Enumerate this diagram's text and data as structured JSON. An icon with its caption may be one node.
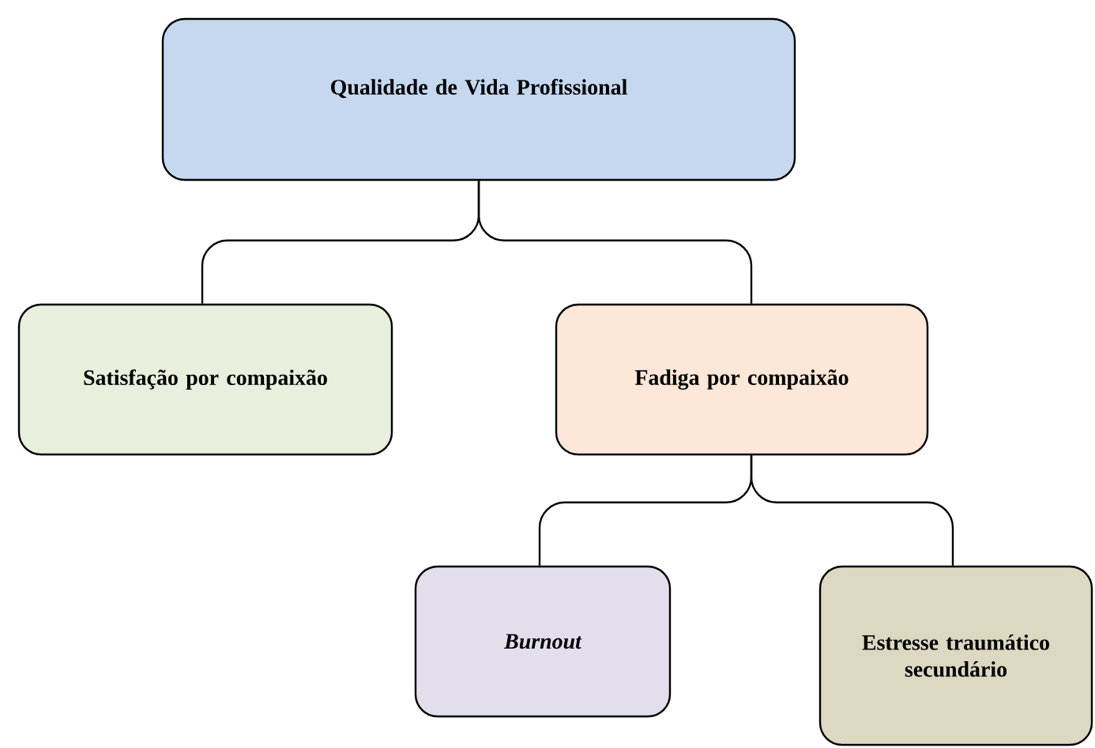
{
  "diagram": {
    "nodes": [
      {
        "text": [
          "Qualidade de Vida Profissional"
        ]
      },
      {
        "text": [
          "Satisfação por compaixão"
        ]
      },
      {
        "text": [
          "Fadiga por compaixão"
        ]
      },
      {
        "text": [
          "Burnout"
        ]
      },
      {
        "text": [
          "Estresse traumático secundário"
        ]
      }
    ],
    "edges": [
      {
        "from": 0,
        "to": 1,
        "arrow": "none"
      },
      {
        "from": 0,
        "to": 2,
        "arrow": "none"
      },
      {
        "from": 2,
        "to": 3,
        "arrow": "none"
      },
      {
        "from": 2,
        "to": 4,
        "arrow": "none"
      }
    ]
  }
}
